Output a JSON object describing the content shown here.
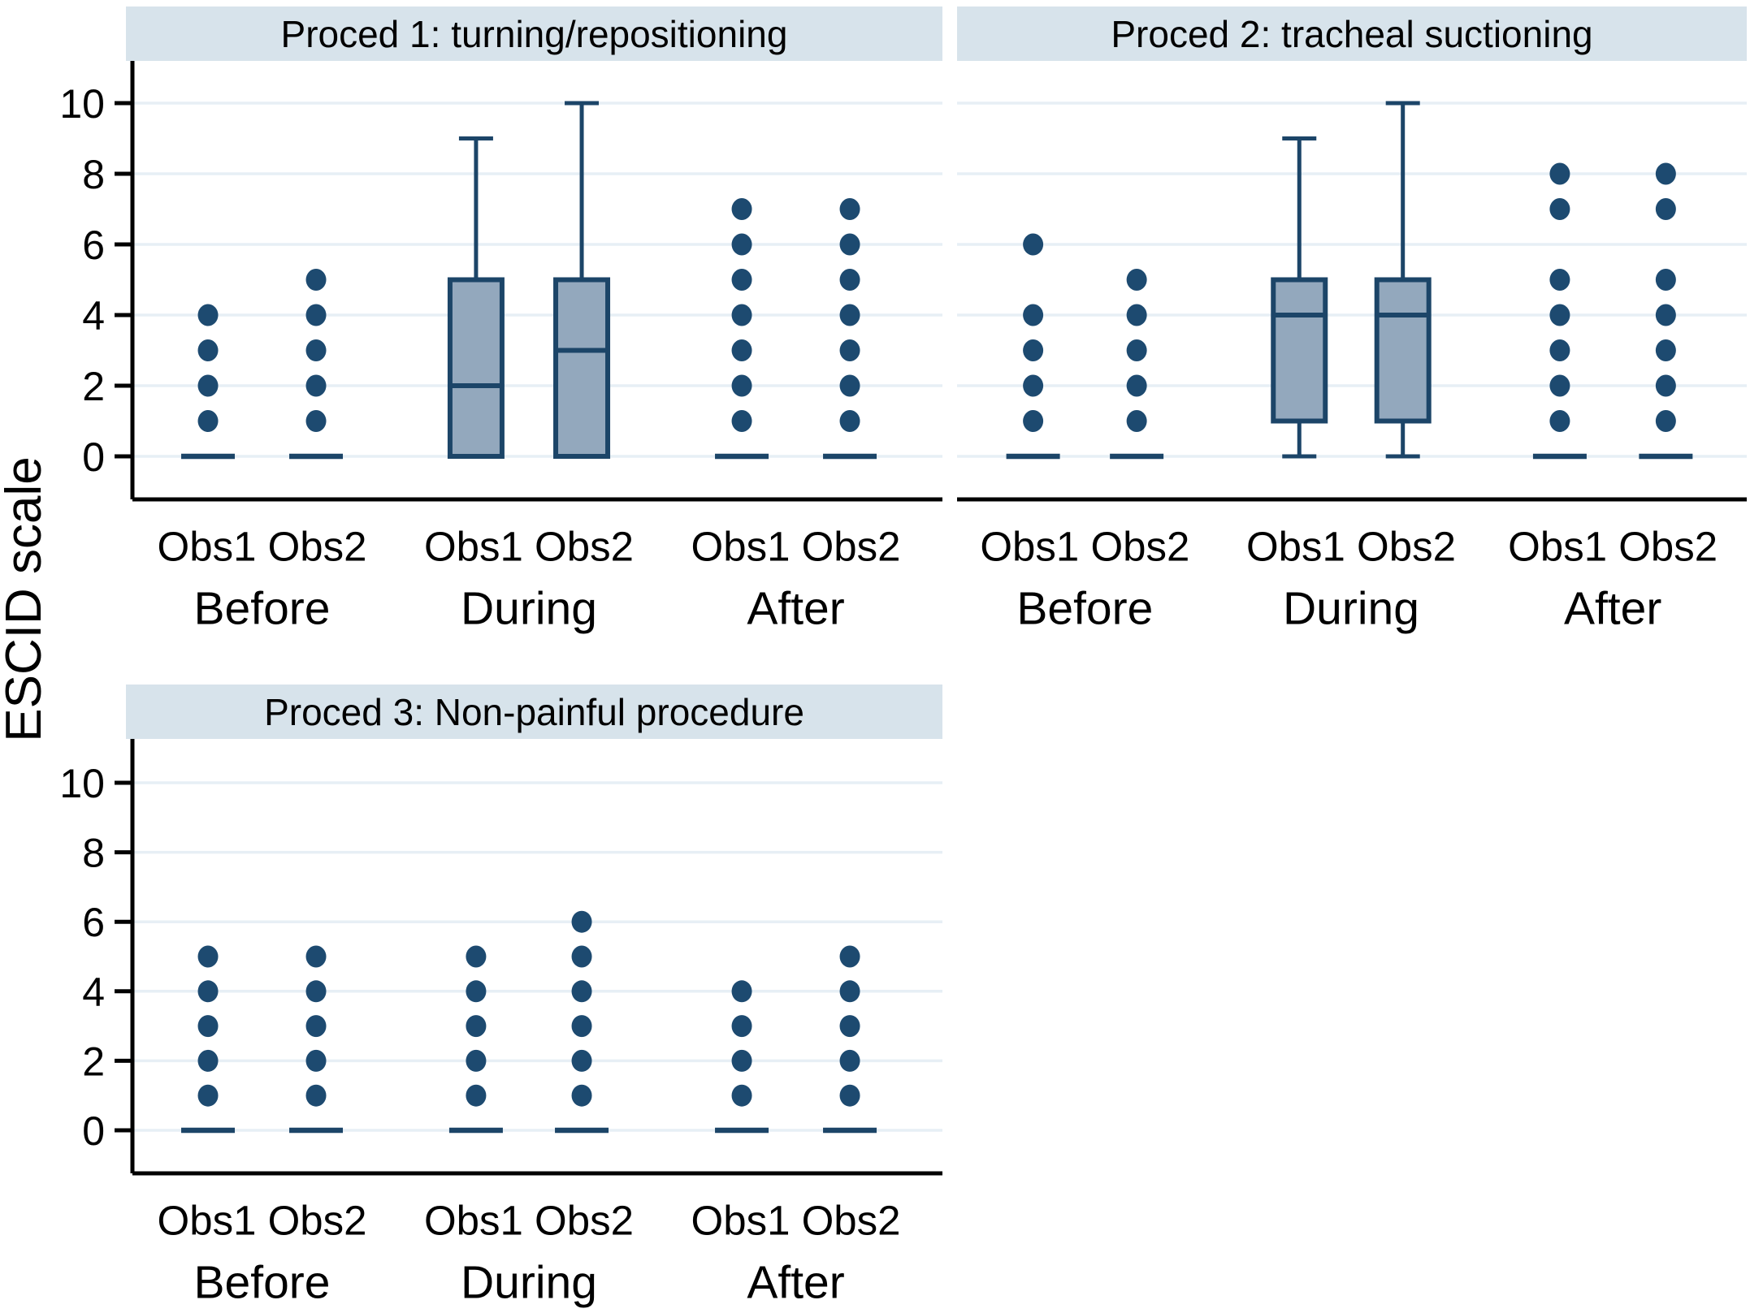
{
  "chart_data": {
    "type": "boxplot",
    "title": "",
    "xlabel": "",
    "ylabel": "ESCID scale",
    "ylim": [
      0,
      10
    ],
    "yticks": [
      0,
      2,
      4,
      6,
      8,
      10
    ],
    "grid": true,
    "legend": "none",
    "panels_note": "3 panels: two in top row, one in bottom-left; each panel has Before/During/After groups with Obs1/Obs2 box plots",
    "observer_labels": [
      "Obs1",
      "Obs2"
    ],
    "group_labels": [
      "Before",
      "During",
      "After"
    ],
    "colors": {
      "background": "#ffffff",
      "strip_bg": "#d7e3eb",
      "box_fill": "#93a8bd",
      "box_border": "#1c4568",
      "dot": "#1d4a70",
      "gridline": "#e7eff5",
      "axis": "#000000"
    },
    "panels": [
      {
        "title": "Proced 1: turning/repositioning",
        "groups": [
          {
            "label": "Before",
            "boxes": [
              {
                "observer": "Obs1",
                "median": 0,
                "q1": 0,
                "q3": 0,
                "whisker_low": 0,
                "whisker_high": 0,
                "outliers": [
                  1,
                  2,
                  3,
                  4
                ]
              },
              {
                "observer": "Obs2",
                "median": 0,
                "q1": 0,
                "q3": 0,
                "whisker_low": 0,
                "whisker_high": 0,
                "outliers": [
                  1,
                  2,
                  3,
                  4,
                  5
                ]
              }
            ]
          },
          {
            "label": "During",
            "boxes": [
              {
                "observer": "Obs1",
                "median": 2,
                "q1": 0,
                "q3": 5,
                "whisker_low": 0,
                "whisker_high": 9,
                "outliers": []
              },
              {
                "observer": "Obs2",
                "median": 3,
                "q1": 0,
                "q3": 5,
                "whisker_low": 0,
                "whisker_high": 10,
                "outliers": []
              }
            ]
          },
          {
            "label": "After",
            "boxes": [
              {
                "observer": "Obs1",
                "median": 0,
                "q1": 0,
                "q3": 0,
                "whisker_low": 0,
                "whisker_high": 0,
                "outliers": [
                  1,
                  2,
                  3,
                  4,
                  5,
                  6,
                  7
                ]
              },
              {
                "observer": "Obs2",
                "median": 0,
                "q1": 0,
                "q3": 0,
                "whisker_low": 0,
                "whisker_high": 0,
                "outliers": [
                  1,
                  2,
                  3,
                  4,
                  5,
                  6,
                  7
                ]
              }
            ]
          }
        ]
      },
      {
        "title": "Proced 2: tracheal suctioning",
        "groups": [
          {
            "label": "Before",
            "boxes": [
              {
                "observer": "Obs1",
                "median": 0,
                "q1": 0,
                "q3": 0,
                "whisker_low": 0,
                "whisker_high": 0,
                "outliers": [
                  1,
                  2,
                  3,
                  4,
                  6
                ]
              },
              {
                "observer": "Obs2",
                "median": 0,
                "q1": 0,
                "q3": 0,
                "whisker_low": 0,
                "whisker_high": 0,
                "outliers": [
                  1,
                  2,
                  3,
                  4,
                  5
                ]
              }
            ]
          },
          {
            "label": "During",
            "boxes": [
              {
                "observer": "Obs1",
                "median": 4,
                "q1": 1,
                "q3": 5,
                "whisker_low": 0,
                "whisker_high": 9,
                "outliers": []
              },
              {
                "observer": "Obs2",
                "median": 4,
                "q1": 1,
                "q3": 5,
                "whisker_low": 0,
                "whisker_high": 10,
                "outliers": []
              }
            ]
          },
          {
            "label": "After",
            "boxes": [
              {
                "observer": "Obs1",
                "median": 0,
                "q1": 0,
                "q3": 0,
                "whisker_low": 0,
                "whisker_high": 0,
                "outliers": [
                  1,
                  2,
                  3,
                  4,
                  5,
                  7,
                  8
                ]
              },
              {
                "observer": "Obs2",
                "median": 0,
                "q1": 0,
                "q3": 0,
                "whisker_low": 0,
                "whisker_high": 0,
                "outliers": [
                  1,
                  2,
                  3,
                  4,
                  5,
                  7,
                  8
                ]
              }
            ]
          }
        ]
      },
      {
        "title": "Proced 3: Non-painful procedure",
        "groups": [
          {
            "label": "Before",
            "boxes": [
              {
                "observer": "Obs1",
                "median": 0,
                "q1": 0,
                "q3": 0,
                "whisker_low": 0,
                "whisker_high": 0,
                "outliers": [
                  1,
                  2,
                  3,
                  4,
                  5
                ]
              },
              {
                "observer": "Obs2",
                "median": 0,
                "q1": 0,
                "q3": 0,
                "whisker_low": 0,
                "whisker_high": 0,
                "outliers": [
                  1,
                  2,
                  3,
                  4,
                  5
                ]
              }
            ]
          },
          {
            "label": "During",
            "boxes": [
              {
                "observer": "Obs1",
                "median": 0,
                "q1": 0,
                "q3": 0,
                "whisker_low": 0,
                "whisker_high": 0,
                "outliers": [
                  1,
                  2,
                  3,
                  4,
                  5
                ]
              },
              {
                "observer": "Obs2",
                "median": 0,
                "q1": 0,
                "q3": 0,
                "whisker_low": 0,
                "whisker_high": 0,
                "outliers": [
                  1,
                  2,
                  3,
                  4,
                  5,
                  6
                ]
              }
            ]
          },
          {
            "label": "After",
            "boxes": [
              {
                "observer": "Obs1",
                "median": 0,
                "q1": 0,
                "q3": 0,
                "whisker_low": 0,
                "whisker_high": 0,
                "outliers": [
                  1,
                  2,
                  3,
                  4
                ]
              },
              {
                "observer": "Obs2",
                "median": 0,
                "q1": 0,
                "q3": 0,
                "whisker_low": 0,
                "whisker_high": 0,
                "outliers": [
                  1,
                  2,
                  3,
                  4,
                  5
                ]
              }
            ]
          }
        ]
      }
    ]
  }
}
